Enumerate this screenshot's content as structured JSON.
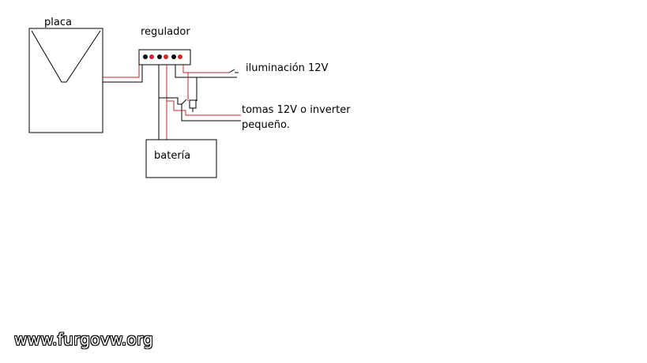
{
  "labels": {
    "panel": "placa",
    "regulator": "regulador",
    "lighting": "iluminación 12V",
    "sockets_line1": "tomas 12V o inverter",
    "sockets_line2": "pequeño.",
    "battery": "batería"
  },
  "watermark": "www.furgovw.org",
  "colors": {
    "wire_negative": "#000000",
    "wire_positive": "#c0282a",
    "terminal_negative": "#000000",
    "terminal_positive": "#d7262b",
    "outline": "#000000"
  }
}
